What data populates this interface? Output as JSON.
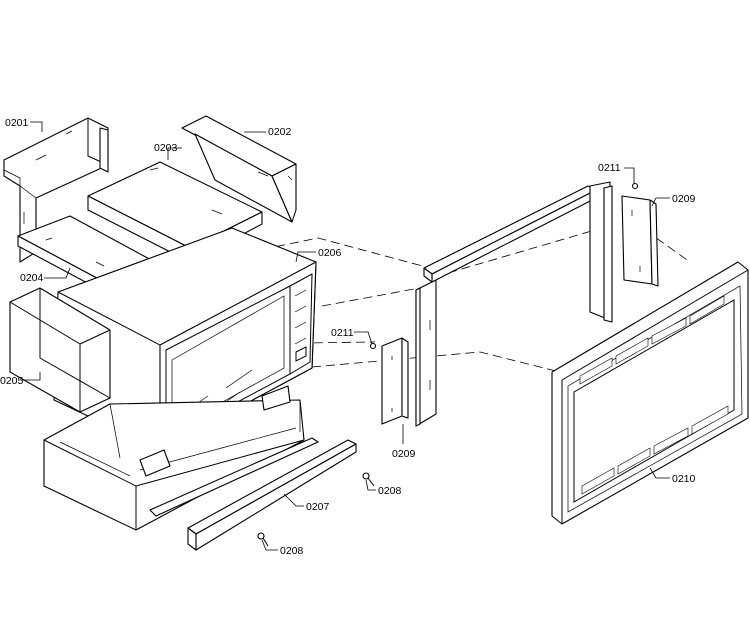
{
  "callouts": {
    "p0201": "0201",
    "p0202": "0202",
    "p0203": "0203",
    "p0204": "0204",
    "p0205": "0205",
    "p0206": "0206",
    "p0207": "0207",
    "p0208a": "0208",
    "p0208b": "0208",
    "p0209a": "0209",
    "p0209b": "0209",
    "p0210": "0210",
    "p0211a": "0211",
    "p0211b": "0211"
  },
  "colors": {
    "ink": "#000000",
    "paper": "#ffffff"
  }
}
